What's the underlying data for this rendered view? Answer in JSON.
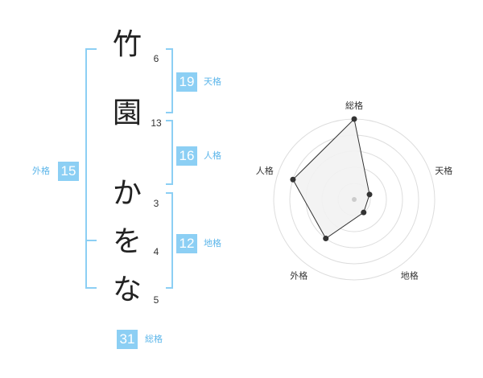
{
  "name": {
    "characters": [
      {
        "char": "竹",
        "strokes": "6"
      },
      {
        "char": "園",
        "strokes": "13"
      },
      {
        "char": "か",
        "strokes": "3"
      },
      {
        "char": "を",
        "strokes": "4"
      },
      {
        "char": "な",
        "strokes": "5"
      }
    ]
  },
  "kaku": {
    "tenkaku": {
      "value": "19",
      "label": "天格"
    },
    "jinkaku": {
      "value": "16",
      "label": "人格"
    },
    "chikaku": {
      "value": "12",
      "label": "地格"
    },
    "gaikaku": {
      "value": "15",
      "label": "外格"
    },
    "soukaku": {
      "value": "31",
      "label": "総格"
    }
  },
  "colors": {
    "accent": "#8ccff4",
    "accent_text": "#5cb6ea",
    "bracket": "#8ccff4",
    "radar_fill": "#f2f2f2",
    "radar_stroke": "#333333",
    "grid": "#dddddd"
  },
  "chart_data": {
    "type": "radar",
    "axes": [
      "総格",
      "天格",
      "地格",
      "外格",
      "人格"
    ],
    "values": [
      5,
      1,
      1,
      3,
      4
    ],
    "rlim": [
      0,
      5
    ],
    "grid_rings": 5
  }
}
